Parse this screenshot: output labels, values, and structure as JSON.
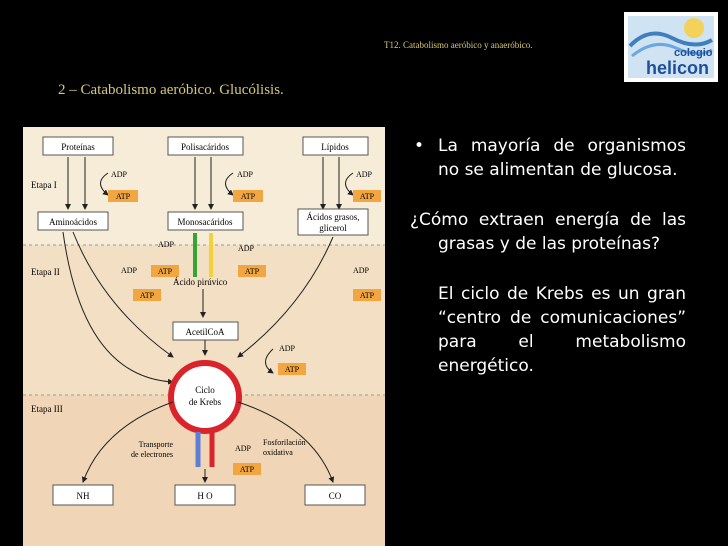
{
  "header": {
    "title": "T12. Catabolismo aeróbico y anaeróbico."
  },
  "section": {
    "title": "2 – Catabolismo aeróbico. Glucólisis."
  },
  "logo": {
    "line1": "colegio",
    "line2": "helicon"
  },
  "diagram": {
    "stages": [
      "Etapa I",
      "Etapa II",
      "Etapa III"
    ],
    "top_boxes": [
      "Proteínas",
      "Polisacáridos",
      "Lípidos"
    ],
    "mid_boxes": [
      "Aminoácidos",
      "Monosacáridos",
      "Ácidos grasos,",
      "glicerol"
    ],
    "adp": "ADP",
    "atp": "ATP",
    "piruvico": "Ácido pirúvico",
    "acetil": "AcetilCoA",
    "ciclo1": "Ciclo",
    "ciclo2": "de Krebs",
    "transporte1": "Transporte",
    "transporte2": "de electrones",
    "fosfo1": "Fosforilación",
    "fosfo2": "oxidativa",
    "bottom_boxes": [
      "NH",
      "H O",
      "CO"
    ]
  },
  "content": {
    "bullet": "•",
    "p1": "La mayoría de organismos no se alimentan de glucosa.",
    "p2": "¿Cómo extraen energía de las grasas y de las proteínas?",
    "p3": "El ciclo de Krebs es un gran “centro de comunicaciones” para el metabolismo energético."
  },
  "colors": {
    "accent_text": "#d8c87a",
    "atp_box": "#f2a641",
    "krebs": "#d9242b",
    "stage_bg": "#f6ecd8"
  }
}
